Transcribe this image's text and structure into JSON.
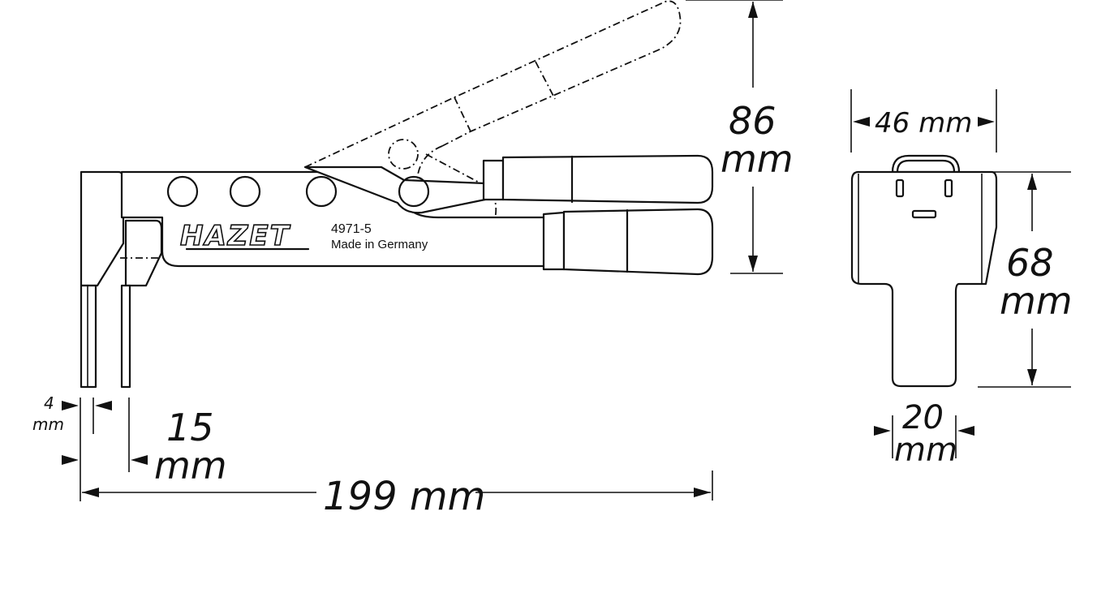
{
  "product": {
    "brand": "HAZET",
    "model": "4971-5",
    "origin": "Made in Germany"
  },
  "dimensions": {
    "overall_length": "199 mm",
    "height_side": {
      "value": "86",
      "unit": "mm"
    },
    "jaw_gap": {
      "value": "15",
      "unit": "mm"
    },
    "jaw_thickness": {
      "value": "4",
      "unit": "mm"
    },
    "head_width": "46 mm",
    "head_height": {
      "value": "68",
      "unit": "mm"
    },
    "tip_width": {
      "value": "20",
      "unit": "mm"
    }
  },
  "colors": {
    "line": "#111111",
    "background": "#ffffff"
  }
}
